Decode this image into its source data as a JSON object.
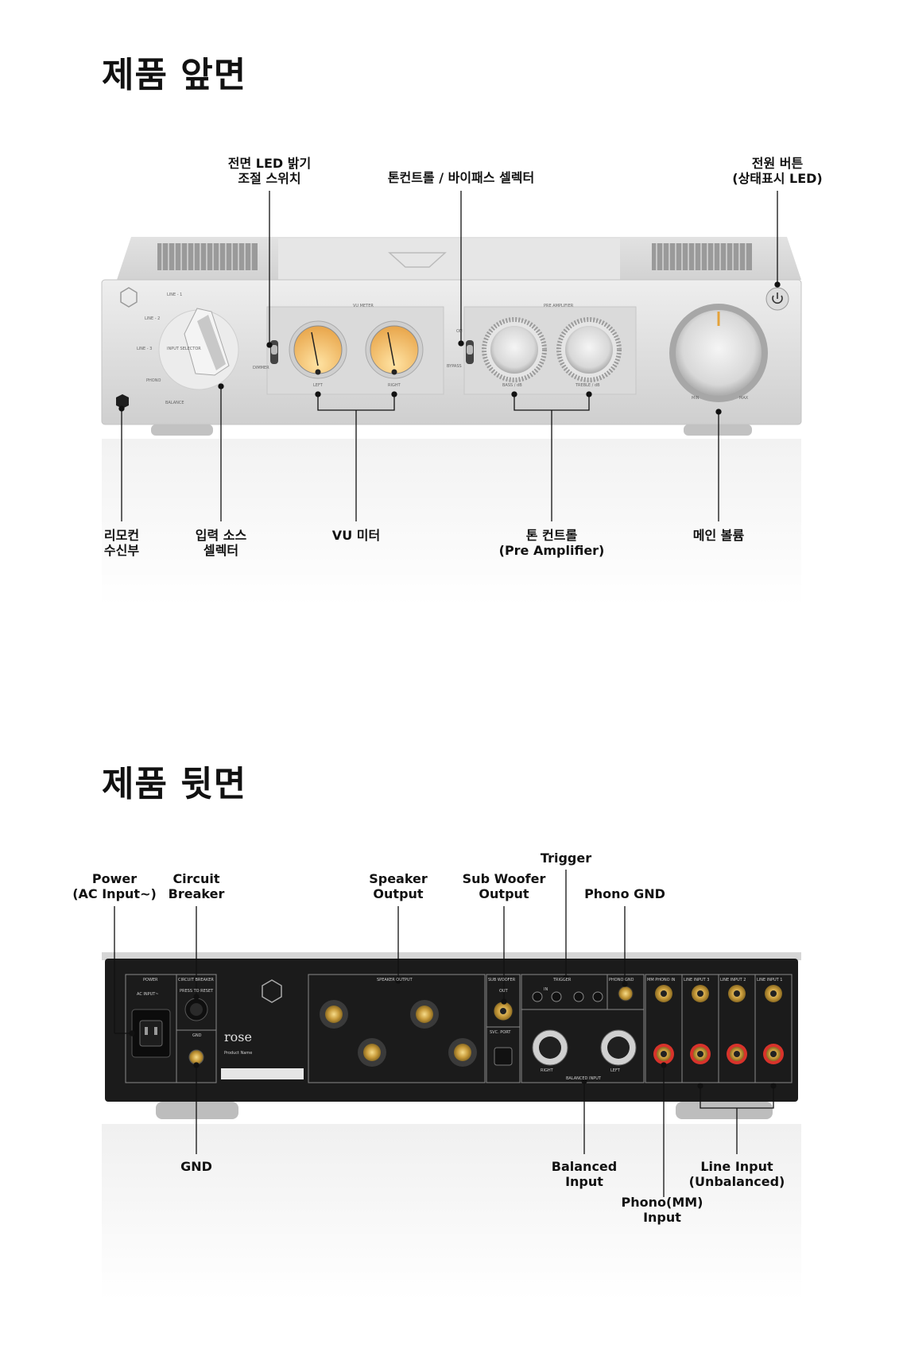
{
  "front": {
    "title": "제품 앞면",
    "callouts": {
      "dimmer": [
        "전면 LED 밝기",
        "조절 스위치"
      ],
      "tone_bypass": [
        "톤컨트롤 / 바이패스 셀렉터"
      ],
      "power": [
        "전원 버튼",
        "(상태표시 LED)"
      ],
      "remote": [
        "리모컨",
        "수신부"
      ],
      "input_selector": [
        "입력 소스",
        "셀렉터"
      ],
      "vu": [
        "VU 미터"
      ],
      "tone": [
        "톤 컨트롤",
        "(Pre Amplifier)"
      ],
      "volume": [
        "메인 볼륨"
      ]
    },
    "panel_labels": {
      "line1": "LINE - 1",
      "line2": "LINE - 2",
      "line3": "LINE - 3",
      "phono": "PHONO",
      "balance": "BALANCE",
      "input_selector": "INPUT SELECTOR",
      "dimmer": "DIMMER",
      "vu_meter": "VU METER",
      "left": "LEFT",
      "right": "RIGHT",
      "on": "ON",
      "bypass": "BYPASS",
      "pre_amplifier": "PRE AMPLIFIER",
      "bass": "BASS / dB",
      "treble": "TREBLE / dB",
      "min": "MIN",
      "max": "MAX"
    }
  },
  "rear": {
    "title": "제품 뒷면",
    "callouts": {
      "power": [
        "Power",
        "(AC Input~)"
      ],
      "breaker": [
        "Circuit",
        "Breaker"
      ],
      "speaker": [
        "Speaker",
        "Output"
      ],
      "subwoofer": [
        "Sub Woofer",
        "Output"
      ],
      "trigger": [
        "Trigger"
      ],
      "phono_gnd": [
        "Phono GND"
      ],
      "gnd": [
        "GND"
      ],
      "balanced": [
        "Balanced",
        "Input"
      ],
      "phono_mm": [
        "Phono(MM)",
        "Input"
      ],
      "line_input": [
        "Line Input",
        "(Unbalanced)"
      ]
    },
    "panel_labels": {
      "power": "POWER",
      "ac_input": "AC INPUT~",
      "breaker": "CIRCUIT BREAKER",
      "press_reset": "PRESS TO RESET",
      "gnd": "GND",
      "brand": "rose",
      "speaker_output": "SPEAKER OUTPUT",
      "subwoofer": "SUB WOOFER",
      "out": "OUT",
      "svc_port": "SVC. PORT",
      "trigger": "TRIGGER",
      "in": "IN",
      "phono_gnd": "PHONO GND",
      "mm_phono_in": "MM PHONO IN",
      "line_input_3": "LINE INPUT 3",
      "line_input_2": "LINE INPUT 2",
      "line_input_1": "LINE INPUT 1",
      "balanced_input": "BALANCED INPUT",
      "right": "RIGHT",
      "left": "LEFT",
      "product_info": "Product Name"
    }
  },
  "colors": {
    "accent": "#111111",
    "chassis_silver": "#d9d9d9",
    "chassis_black": "#1b1b1b",
    "meter_amber": "#f3c77a",
    "rca_red": "#d8332b",
    "rca_white": "#e9e9e9"
  }
}
